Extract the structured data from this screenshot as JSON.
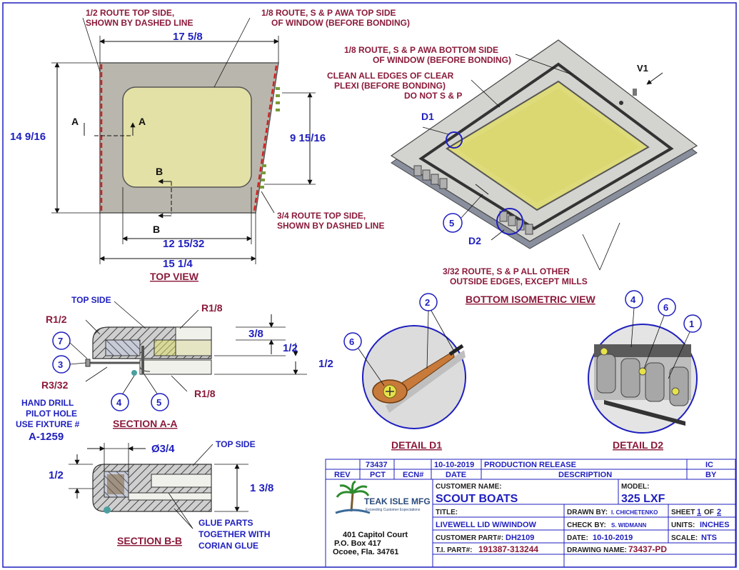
{
  "views": {
    "top_view": "TOP VIEW",
    "bottom_iso": "BOTTOM ISOMETRIC VIEW",
    "section_aa": "SECTION A-A",
    "section_bb": "SECTION B-B",
    "detail_d1": "DETAIL  D1",
    "detail_d2": "DETAIL  D2"
  },
  "top_view": {
    "dim_top": "17 5/8",
    "dim_left": "14 9/16",
    "dim_right": "9 15/16",
    "dim_inner_bottom": "12 15/32",
    "dim_bottom": "15 1/4",
    "note_left_1": "1/2 ROUTE TOP SIDE,",
    "note_left_2": "SHOWN BY DASHED LINE",
    "note_top_1": "1/8 ROUTE, S & P AWA TOP SIDE",
    "note_top_2": "OF WINDOW (BEFORE BONDING)",
    "note_right_1": "3/4 ROUTE TOP SIDE,",
    "note_right_2": "SHOWN BY DASHED LINE",
    "sec_a": "A",
    "sec_b": "B"
  },
  "iso_view": {
    "note_bottom_route_1": "1/8 ROUTE, S & P AWA BOTTOM SIDE",
    "note_bottom_route_2": "OF WINDOW (BEFORE BONDING)",
    "note_clean_1": "CLEAN ALL EDGES OF CLEAR",
    "note_clean_2": "PLEXI  (BEFORE BONDING)",
    "note_clean_3": "DO NOT S & P",
    "note_other_1": "3/32 ROUTE, S & P ALL OTHER",
    "note_other_2": "OUTSIDE EDGES, EXCEPT MILLS",
    "view_arrow": "V1",
    "d1": "D1",
    "d2": "D2",
    "balloon_5": "5"
  },
  "section_aa": {
    "top_side": "TOP SIDE",
    "r12": "R1/2",
    "r18_top": "R1/8",
    "r332": "R3/32",
    "r18_bot": "R1/8",
    "d38": "3/8",
    "d12a": "1/2",
    "d12b": "1/2",
    "balloon_7": "7",
    "balloon_3": "3",
    "balloon_4": "4",
    "balloon_5": "5",
    "drill_1": "HAND DRILL",
    "drill_2": "PILOT HOLE",
    "drill_3": "USE FIXTURE #",
    "drill_4": "A-1259"
  },
  "section_bb": {
    "top_side": "TOP SIDE",
    "dia": "Ø3/4",
    "d12": "1/2",
    "d138": "1 3/8",
    "glue_1": "GLUE PARTS",
    "glue_2": "TOGETHER WITH",
    "glue_3": "CORIAN GLUE"
  },
  "detail_d1": {
    "balloon_6": "6",
    "balloon_2": "2"
  },
  "detail_d2": {
    "balloon_4": "4",
    "balloon_6": "6",
    "balloon_1": "1"
  },
  "title_block": {
    "rev_values": {
      "pct": "73437",
      "date": "10-10-2019",
      "description": "PRODUCTION RELEASE",
      "by": "IC"
    },
    "rev_headers": {
      "rev": "REV",
      "pct": "PCT",
      "ecn": "ECN#",
      "date": "DATE",
      "description": "DESCRIPTION",
      "by": "BY"
    },
    "logo_name": "TEAK ISLE MFG",
    "logo_tagline": "Exceeding Customer Expectations",
    "address_1": "401 Capitol Court",
    "address_2": "P.O. Box 417",
    "address_3": "Ocoee, Fla. 34761",
    "customer_label": "CUSTOMER NAME:",
    "customer_value": "SCOUT BOATS",
    "model_label": "MODEL:",
    "model_value": "325 LXF",
    "title_label": "TITLE:",
    "title_value": "LIVEWELL LID W/WINDOW",
    "drawn_label": "DRAWN BY:",
    "drawn_value": "I. CHICHETENKO",
    "sheet_label": "SHEET",
    "sheet_num": "1",
    "sheet_of": "OF",
    "sheet_total": "2",
    "check_label": "CHECK BY:",
    "check_value": "S. WIDMANN",
    "units_label": "UNITS:",
    "units_value": "INCHES",
    "cust_part_label": "CUSTOMER PART#:",
    "cust_part_value": "DH2109",
    "date_label": "DATE:",
    "date_value": "10-10-2019",
    "scale_label": "SCALE:",
    "scale_value": "NTS",
    "ti_part_label": "T.I. PART#:",
    "ti_part_value": "191387-313244",
    "drawing_name_label": "DRAWING NAME:",
    "drawing_name_value": "73437-PD"
  },
  "colors": {
    "border": "#1f1fbf",
    "maroon_text": "#8b1a3a",
    "panel_gray": "#b9b6ad",
    "window_yellow": "#e3e1a6",
    "route_red": "#d42020"
  }
}
